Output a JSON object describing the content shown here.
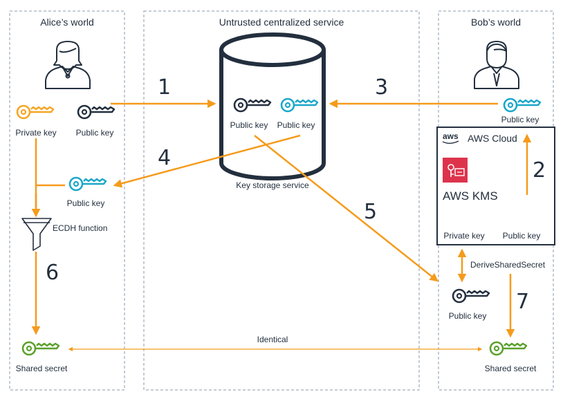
{
  "colors": {
    "arrow": "#f59b1c",
    "private_key": "#f5a623",
    "public_key_dark": "#232f3e",
    "public_key_teal": "#1ba7c9",
    "shared_secret": "#5aa02c",
    "kms_red": "#dd344c",
    "border_dashed": "#8a9aab"
  },
  "alice": {
    "title": "Alice’s world",
    "private_key_label": "Private key",
    "public_key_label": "Public key",
    "received_public_key_label": "Public key",
    "ecdh_label": "ECDH function",
    "shared_secret_label": "Shared secret"
  },
  "service": {
    "title": "Untrusted centralized service",
    "key1_label": "Public key",
    "key2_label": "Public key",
    "storage_label": "Key storage service"
  },
  "bob": {
    "title": "Bob’s world",
    "public_key_label": "Public key",
    "cloud_logo_text": "aws",
    "cloud_label": "AWS Cloud",
    "kms_label": "AWS KMS",
    "kms_private_key_label": "Private key",
    "kms_public_key_label": "Public key",
    "derive_label": "DeriveSharedSecret",
    "received_public_key_label": "Public key",
    "shared_secret_label": "Shared secret"
  },
  "steps": [
    "1",
    "2",
    "3",
    "4",
    "5",
    "6",
    "7"
  ],
  "identical_label": "Identical"
}
